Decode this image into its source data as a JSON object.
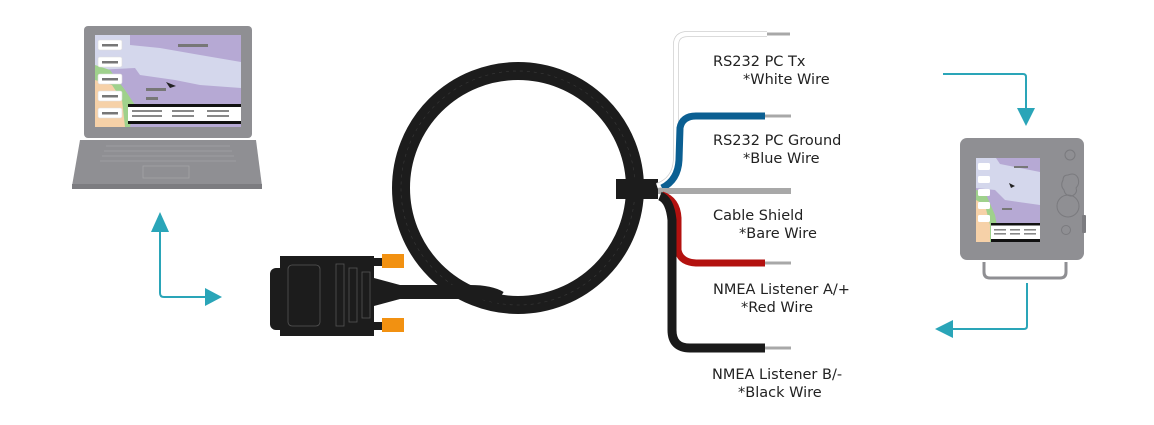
{
  "diagram": {
    "title": "NMEA / RS232 PC interface cable wiring",
    "colors": {
      "accent_arrow": "#2aa5b8",
      "cable": "#1c1c1c",
      "device_body": "#8f8f93",
      "connector_orange": "#f29111",
      "wire_white": "#ffffff",
      "wire_blue": "#0b5f92",
      "wire_bare": "#a8a8a8",
      "wire_red": "#b3110f",
      "wire_black": "#1a1a1a"
    },
    "devices": {
      "laptop": {
        "name": "PC laptop",
        "screen": "nautical chart"
      },
      "chartplotter": {
        "name": "Chartplotter display",
        "screen": "nautical chart"
      },
      "connector": {
        "name": "DB9 serial connector"
      }
    },
    "wires": [
      {
        "label": "RS232 PC Tx",
        "note": "*White Wire",
        "color": "#ffffff"
      },
      {
        "label": "RS232 PC Ground",
        "note": "*Blue Wire",
        "color": "#0b5f92"
      },
      {
        "label": "Cable Shield",
        "note": "*Bare Wire",
        "color": "#a8a8a8"
      },
      {
        "label": "NMEA Listener A/+",
        "note": "*Red Wire",
        "color": "#b3110f"
      },
      {
        "label": "NMEA Listener B/-",
        "note": "*Black Wire",
        "color": "#1a1a1a"
      }
    ],
    "arrows": [
      {
        "name": "laptop-bidirectional-arrow",
        "direction": "up-and-right"
      },
      {
        "name": "chartplotter-in-arrow",
        "direction": "right-then-down"
      },
      {
        "name": "chartplotter-out-arrow",
        "direction": "down-then-left"
      }
    ]
  }
}
